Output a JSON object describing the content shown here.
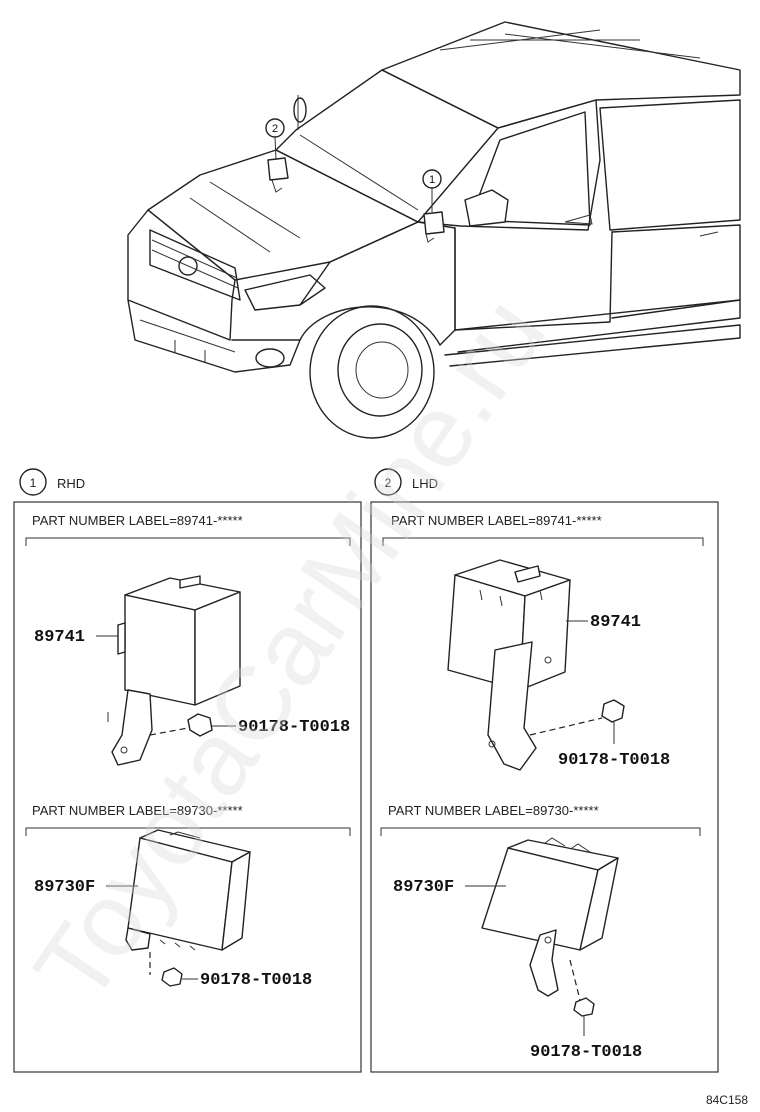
{
  "watermark": "ToyotaCarMine.ru",
  "vehicle_callouts": [
    "1",
    "2"
  ],
  "panels": [
    {
      "number": "1",
      "side_label": "RHD",
      "label_a": "PART NUMBER LABEL=89741-*****",
      "label_b": "PART NUMBER LABEL=89730-*****",
      "part_top": "89741",
      "bolt_top": "90178-T0018",
      "part_bottom": "89730F",
      "bolt_bottom": "90178-T0018"
    },
    {
      "number": "2",
      "side_label": "LHD",
      "label_a": "PART NUMBER LABEL=89741-*****",
      "label_b": "PART NUMBER LABEL=89730-*****",
      "part_top": "89741",
      "bolt_top": "90178-T0018",
      "part_bottom": "89730F",
      "bolt_bottom": "90178-T0018"
    }
  ],
  "figure_code": "84C158"
}
